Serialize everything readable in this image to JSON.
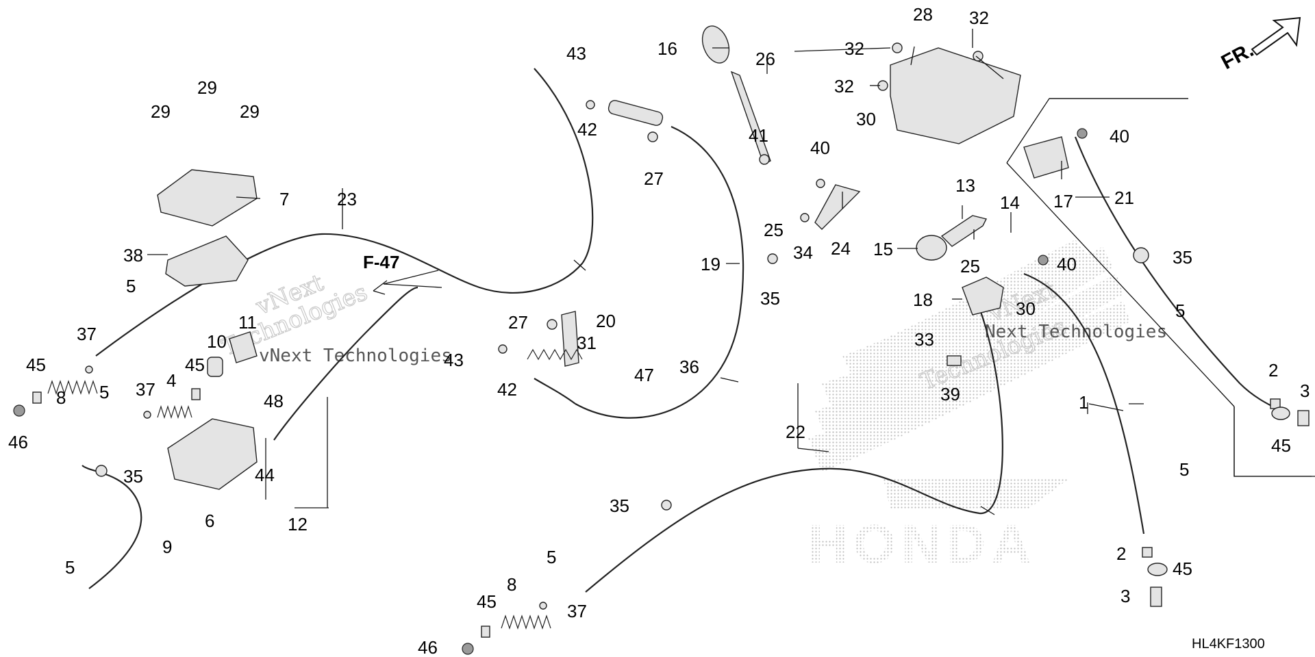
{
  "diagram": {
    "reference_code": "HL4KF1300",
    "front_indicator": "FR.",
    "figure_ref": "F-47",
    "brand_mark": "HONDA",
    "watermark_primary": "vNext Technologies",
    "watermark_secondary": "Next Technologies"
  },
  "callouts": {
    "c1": "1",
    "c2a": "2",
    "c2b": "2",
    "c3a": "3",
    "c3b": "3",
    "c4": "4",
    "c5a": "5",
    "c5b": "5",
    "c5c": "5",
    "c5d": "5",
    "c5e": "5",
    "c5f": "5",
    "c6": "6",
    "c7": "7",
    "c8a": "8",
    "c8b": "8",
    "c9": "9",
    "c10": "10",
    "c11": "11",
    "c12": "12",
    "c13": "13",
    "c14": "14",
    "c15": "15",
    "c16": "16",
    "c17": "17",
    "c18": "18",
    "c19": "19",
    "c20": "20",
    "c21": "21",
    "c22": "22",
    "c23": "23",
    "c24": "24",
    "c25a": "25",
    "c25b": "25",
    "c26": "26",
    "c27a": "27",
    "c27b": "27",
    "c28": "28",
    "c29a": "29",
    "c29b": "29",
    "c29c": "29",
    "c30a": "30",
    "c30b": "30",
    "c31": "31",
    "c32a": "32",
    "c32b": "32",
    "c32c": "32",
    "c33": "33",
    "c34": "34",
    "c35a": "35",
    "c35b": "35",
    "c35c": "35",
    "c35d": "35",
    "c36": "36",
    "c37a": "37",
    "c37b": "37",
    "c37c": "37",
    "c38": "38",
    "c39": "39",
    "c40a": "40",
    "c40b": "40",
    "c40c": "40",
    "c41": "41",
    "c42a": "42",
    "c42b": "42",
    "c43a": "43",
    "c43b": "43",
    "c44": "44",
    "c45a": "45",
    "c45b": "45",
    "c45c": "45",
    "c45d": "45",
    "c45e": "45",
    "c46a": "46",
    "c46b": "46",
    "c47": "47",
    "c48": "48"
  }
}
